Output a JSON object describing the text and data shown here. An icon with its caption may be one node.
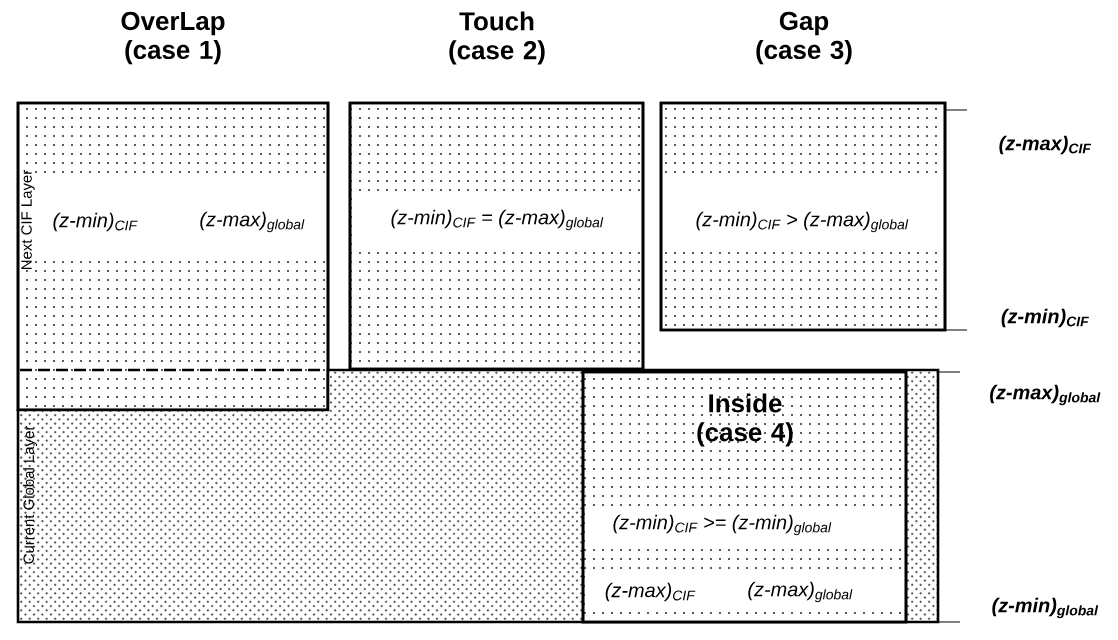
{
  "diagram": {
    "nodes": [
      {
        "text": [
          "OverLap (case 1)",
          "Next CIF Layer",
          "(z-min)$_{CIF}$",
          "(z-max)$_{global}$"
        ]
      },
      {
        "text": [
          "Touch (case 2)",
          "(z-min)$_{CIF}$ = (z-max)$_{global}$"
        ]
      },
      {
        "text": [
          "Gap (case 3)",
          "(z-min)$_{CIF}$ > (z-max)$_{global}$"
        ]
      },
      {
        "text": [
          "Current Global Layer"
        ]
      },
      {
        "text": [
          "Inside (case 4)",
          "(z-min)$_{CIF}$ >= (z-min)$_{global}$",
          "(z-max)$_{CIF}$",
          "(z-max)$_{global}$"
        ],
        "in": 3
      }
    ],
    "edges": [],
    "labels": [
      "(z-max)$_{CIF}$",
      "(z-min)$_{CIF}$",
      "(z-max)$_{global}$",
      "(z-min)$_{global}$"
    ]
  }
}
